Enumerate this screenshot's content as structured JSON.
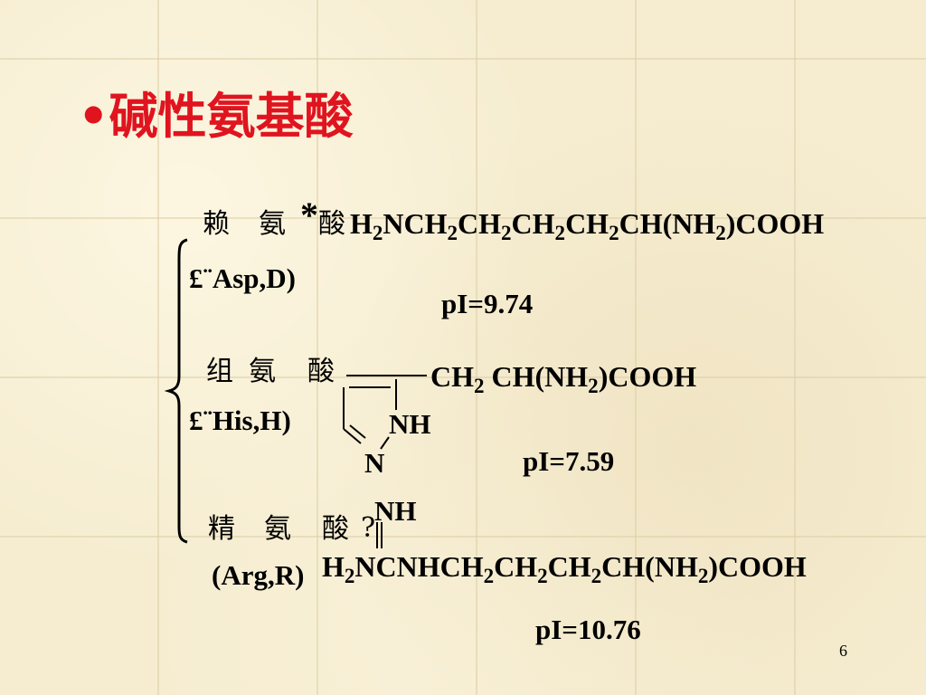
{
  "slide": {
    "title": "•碱性氨基酸",
    "page_number": "6"
  },
  "amino_acids": [
    {
      "name_chars": [
        "赖",
        "氨",
        "酸"
      ],
      "marker": "*",
      "abbrev": "£¨Asp,D)",
      "formula": "H2NCH2CH2CH2CH2CH(NH2)COOH",
      "pI": "pI=9.74"
    },
    {
      "name_chars": [
        "组",
        "氨",
        "酸"
      ],
      "abbrev": "£¨His,H)",
      "formula": "CH2 CH(NH2)COOH",
      "ring_labels": [
        "NH",
        "N"
      ],
      "pI": "pI=7.59"
    },
    {
      "name_chars": [
        "精",
        "氨",
        "酸"
      ],
      "marker": "?",
      "group_label": "NH",
      "abbrev": "(Arg,R)",
      "formula": "H2NCNHCH2CH2CH2CH(NH2)COOH",
      "pI": "pI=10.76"
    }
  ]
}
